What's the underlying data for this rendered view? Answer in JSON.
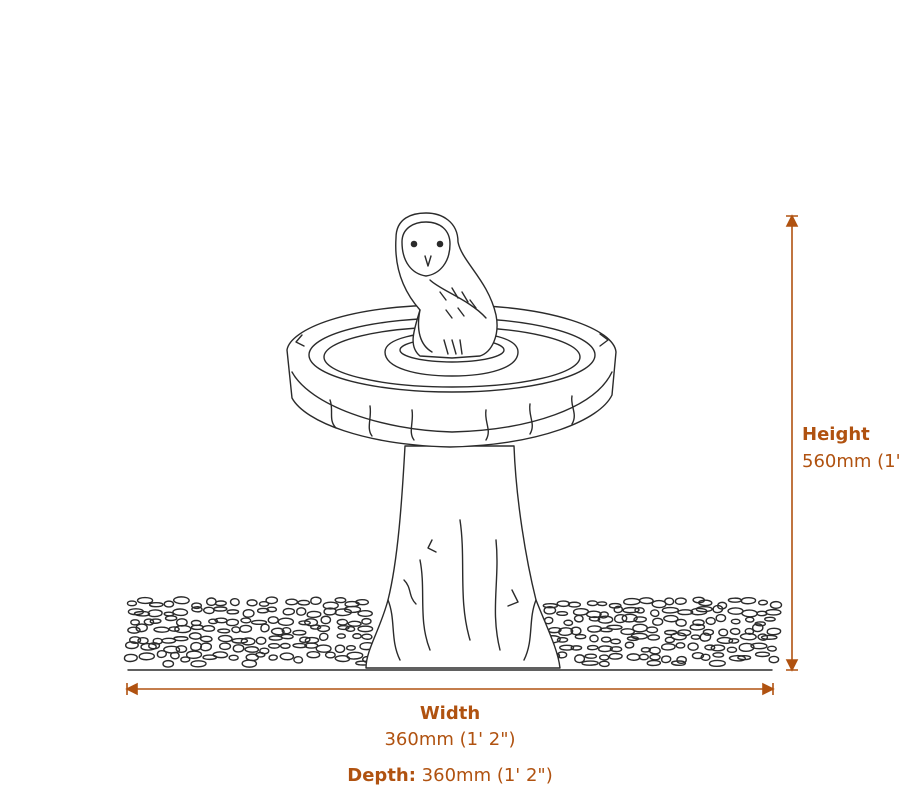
{
  "accent_color": "#b05210",
  "line_color": "#2b2b2b",
  "product": {
    "subject": "owl bird bath on pedestal over gravel"
  },
  "dimensions": {
    "height": {
      "label": "Height",
      "value": "560mm (1'"
    },
    "width": {
      "label": "Width",
      "value": "360mm (1' 2\")"
    },
    "depth": {
      "label": "Depth:",
      "value": "360mm (1' 2\")"
    }
  }
}
